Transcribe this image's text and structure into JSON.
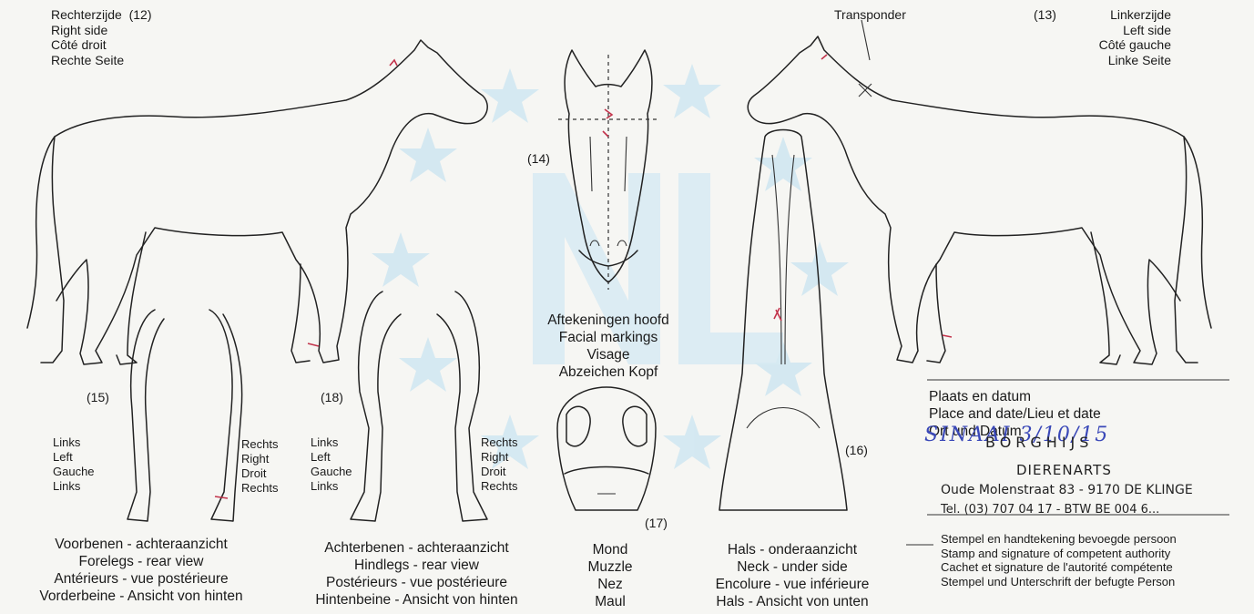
{
  "right_side": {
    "number": "(12)",
    "lines": [
      "Rechterzijde",
      "Right side",
      "Côté droit",
      "Rechte Seite"
    ]
  },
  "left_side": {
    "number": "(13)",
    "lines": [
      "Linkerzijde",
      "Left side",
      "Côté gauche",
      "Linke Seite"
    ],
    "transponder": "Transponder"
  },
  "head": {
    "number": "(14)",
    "lines": [
      "Aftekeningen hoofd",
      "Facial markings",
      "Visage",
      "Abzeichen Kopf"
    ]
  },
  "forelegs": {
    "number": "(15)",
    "left_lines": [
      "Links",
      "Left",
      "Gauche",
      "Links"
    ],
    "right_lines": [
      "Rechts",
      "Right",
      "Droit",
      "Rechts"
    ],
    "caption": [
      "Voorbenen - achteraanzicht",
      "Forelegs - rear view",
      "Antérieurs - vue postérieure",
      "Vorderbeine - Ansicht von hinten"
    ]
  },
  "hindlegs": {
    "number": "(18)",
    "left_lines": [
      "Links",
      "Left",
      "Gauche",
      "Links"
    ],
    "right_lines": [
      "Rechts",
      "Right",
      "Droit",
      "Rechts"
    ],
    "caption": [
      "Achterbenen - achteraanzicht",
      "Hindlegs - rear view",
      "Postérieurs - vue postérieure",
      "Hintenbeine - Ansicht von hinten"
    ]
  },
  "muzzle": {
    "number": "(17)",
    "caption": [
      "Mond",
      "Muzzle",
      "Nez",
      "Maul"
    ]
  },
  "neck": {
    "number": "(16)",
    "caption": [
      "Hals - onderaanzicht",
      "Neck - under side",
      "Encolure - vue inférieure",
      "Hals - Ansicht von unten"
    ]
  },
  "place_date": {
    "lines": [
      "Plaats en datum",
      "Place and date/Lieu et date",
      "Ort und Datum"
    ],
    "handwritten": "SINAAI 3/10/15"
  },
  "stamp": {
    "name": "BORGHIJS",
    "title": "DIERENARTS",
    "address": "Oude Molenstraat 83 - 9170 DE KLINGE",
    "phone": "Tel. (03) 707 04 17 - BTW BE 004 6..."
  },
  "signature_note": [
    "Stempel en handtekening bevoegde persoon",
    "Stamp and signature of competent authority",
    "Cachet et signature de l'autorité compétente",
    "Stempel und Unterschrift der befugte Person"
  ],
  "colors": {
    "markings": "#c2334b",
    "watermark": "#bfe0ef",
    "ink": "#3a48b8"
  }
}
